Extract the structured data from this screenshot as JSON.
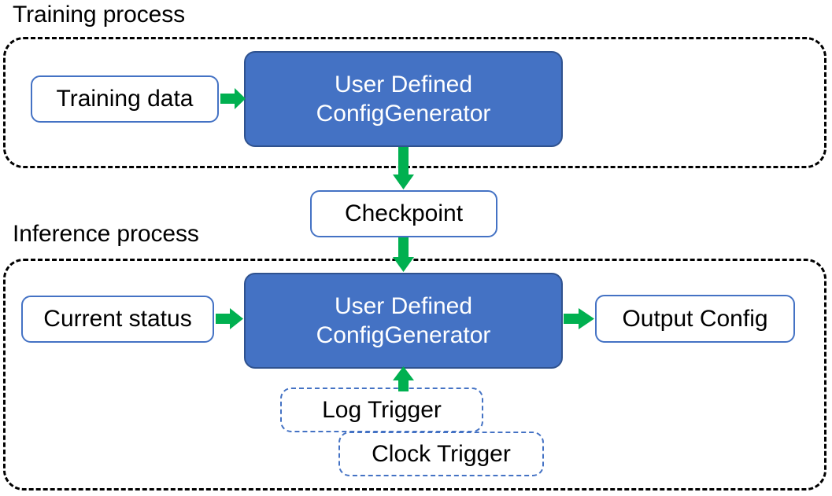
{
  "diagram": {
    "title_training": "Training process",
    "title_inference": "Inference process",
    "colors": {
      "blue_fill": "#4472C4",
      "blue_stroke": "#2F528F",
      "box_border": "#4472C4",
      "arrow_green": "#00B050",
      "container_dash": "#000000",
      "text_dark": "#000000",
      "text_light": "#FFFFFF"
    },
    "training_section": {
      "label": "Training process",
      "nodes": {
        "input": "Training data",
        "generator_line1": "User Defined",
        "generator_line2": "ConfigGenerator"
      }
    },
    "checkpoint": {
      "label": "Checkpoint"
    },
    "inference_section": {
      "label": "Inference process",
      "nodes": {
        "input": "Current status",
        "generator_line1": "User Defined",
        "generator_line2": "ConfigGenerator",
        "output": "Output Config",
        "trigger_log": "Log Trigger",
        "trigger_clock": "Clock Trigger"
      }
    },
    "edges": [
      {
        "name": "training-data-to-generator",
        "from": "Training data",
        "to": "User Defined ConfigGenerator",
        "direction": "right"
      },
      {
        "name": "generator-to-checkpoint",
        "from": "User Defined ConfigGenerator",
        "to": "Checkpoint",
        "direction": "down"
      },
      {
        "name": "checkpoint-to-generator",
        "from": "Checkpoint",
        "to": "User Defined ConfigGenerator",
        "direction": "down"
      },
      {
        "name": "current-status-to-generator",
        "from": "Current status",
        "to": "User Defined ConfigGenerator",
        "direction": "right"
      },
      {
        "name": "generator-to-output-config",
        "from": "User Defined ConfigGenerator",
        "to": "Output Config",
        "direction": "right"
      },
      {
        "name": "triggers-to-generator",
        "from": "Log Trigger",
        "to": "User Defined ConfigGenerator",
        "direction": "up"
      }
    ]
  }
}
